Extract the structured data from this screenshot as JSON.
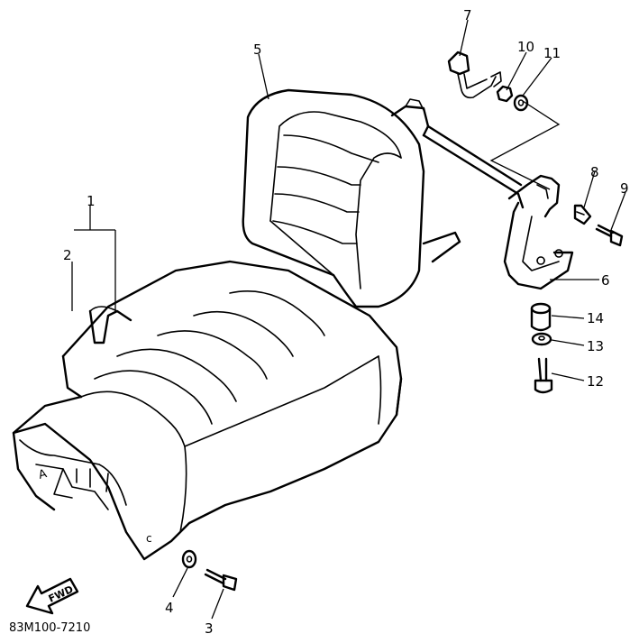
{
  "diagram_code": "83M100-7210",
  "fwd_label": "FWD",
  "seat_letter_a": "A",
  "seat_letter_b": "c",
  "parts": [
    {
      "number": "1"
    },
    {
      "number": "2"
    },
    {
      "number": "3"
    },
    {
      "number": "4"
    },
    {
      "number": "5"
    },
    {
      "number": "6"
    },
    {
      "number": "7"
    },
    {
      "number": "8"
    },
    {
      "number": "9"
    },
    {
      "number": "10"
    },
    {
      "number": "11"
    },
    {
      "number": "12"
    },
    {
      "number": "13"
    },
    {
      "number": "14"
    }
  ]
}
